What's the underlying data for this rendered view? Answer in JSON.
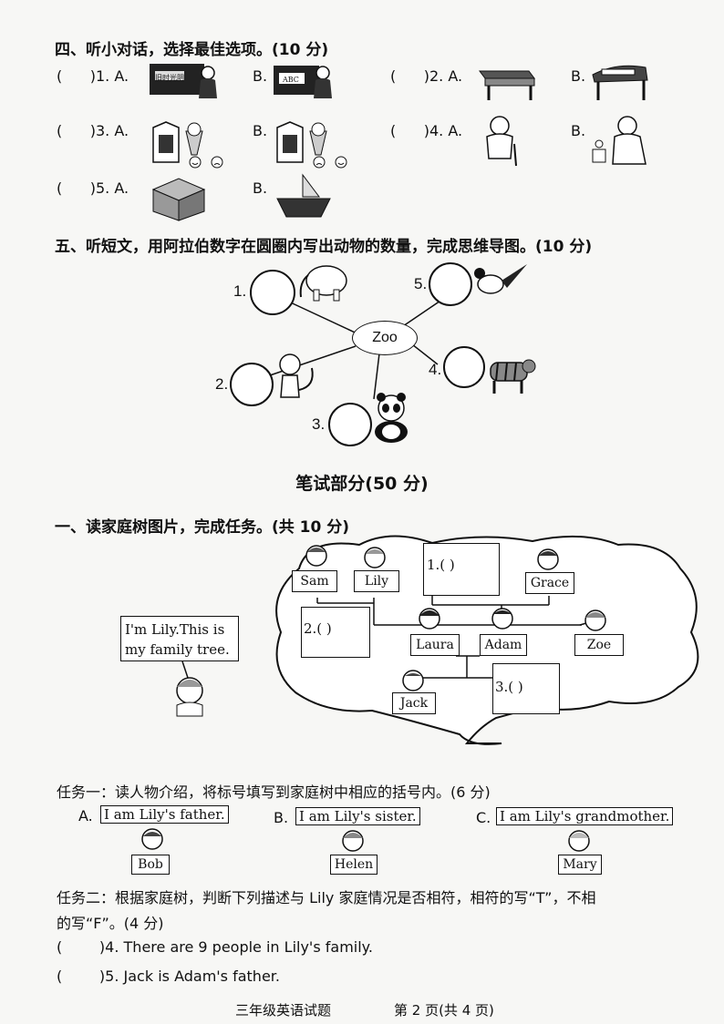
{
  "section4": {
    "title": "四、听小对话，选择最佳选项。(10 分)",
    "q1": "(      )1. A.",
    "q2": "(      )2. A.",
    "q3": "(      )3. A.",
    "q4": "(      )4. A.",
    "q5": "(      )5. A.",
    "b": "B.",
    "board1_text": "旧时光阴",
    "board2_text": "ABC"
  },
  "section5": {
    "title": "五、听短文，用阿拉伯数字在圆圈内写出动物的数量，完成思维导图。(10 分)",
    "center": "Zoo",
    "n1": "1.",
    "n2": "2.",
    "n3": "3.",
    "n4": "4.",
    "n5": "5."
  },
  "written": {
    "title": "笔试部分(50 分)"
  },
  "section1": {
    "title": "一、读家庭树图片，完成任务。(共 10 分)",
    "speech": "I'm Lily.This is my family tree.",
    "names": {
      "sam": "Sam",
      "lily": "Lily",
      "grace": "Grace",
      "laura": "Laura",
      "adam": "Adam",
      "zoe": "Zoe",
      "jack": "Jack"
    },
    "blank1": "1.(        )",
    "blank2": "2.(        )",
    "blank3": "3.(        )"
  },
  "task1": {
    "title": "任务一：读人物介绍，将标号填写到家庭树中相应的括号内。(6 分)",
    "a_label": "A.",
    "a_text": "I am Lily's father.",
    "a_name": "Bob",
    "b_label": "B.",
    "b_text": "I am Lily's sister.",
    "b_name": "Helen",
    "c_label": "C.",
    "c_text": "I am Lily's grandmother.",
    "c_name": "Mary"
  },
  "task2": {
    "title_line1": "任务二：根据家庭树，判断下列描述与 Lily 家庭情况是否相符，相符的写“T”，不相",
    "title_line2": "的写“F”。(4 分)",
    "q4": "(        )4. There are 9 people in Lily's family.",
    "q5": "(        )5. Jack is Adam's father."
  },
  "footer": {
    "left": "三年级英语试题",
    "right": "第 2 页(共 4 页)"
  }
}
